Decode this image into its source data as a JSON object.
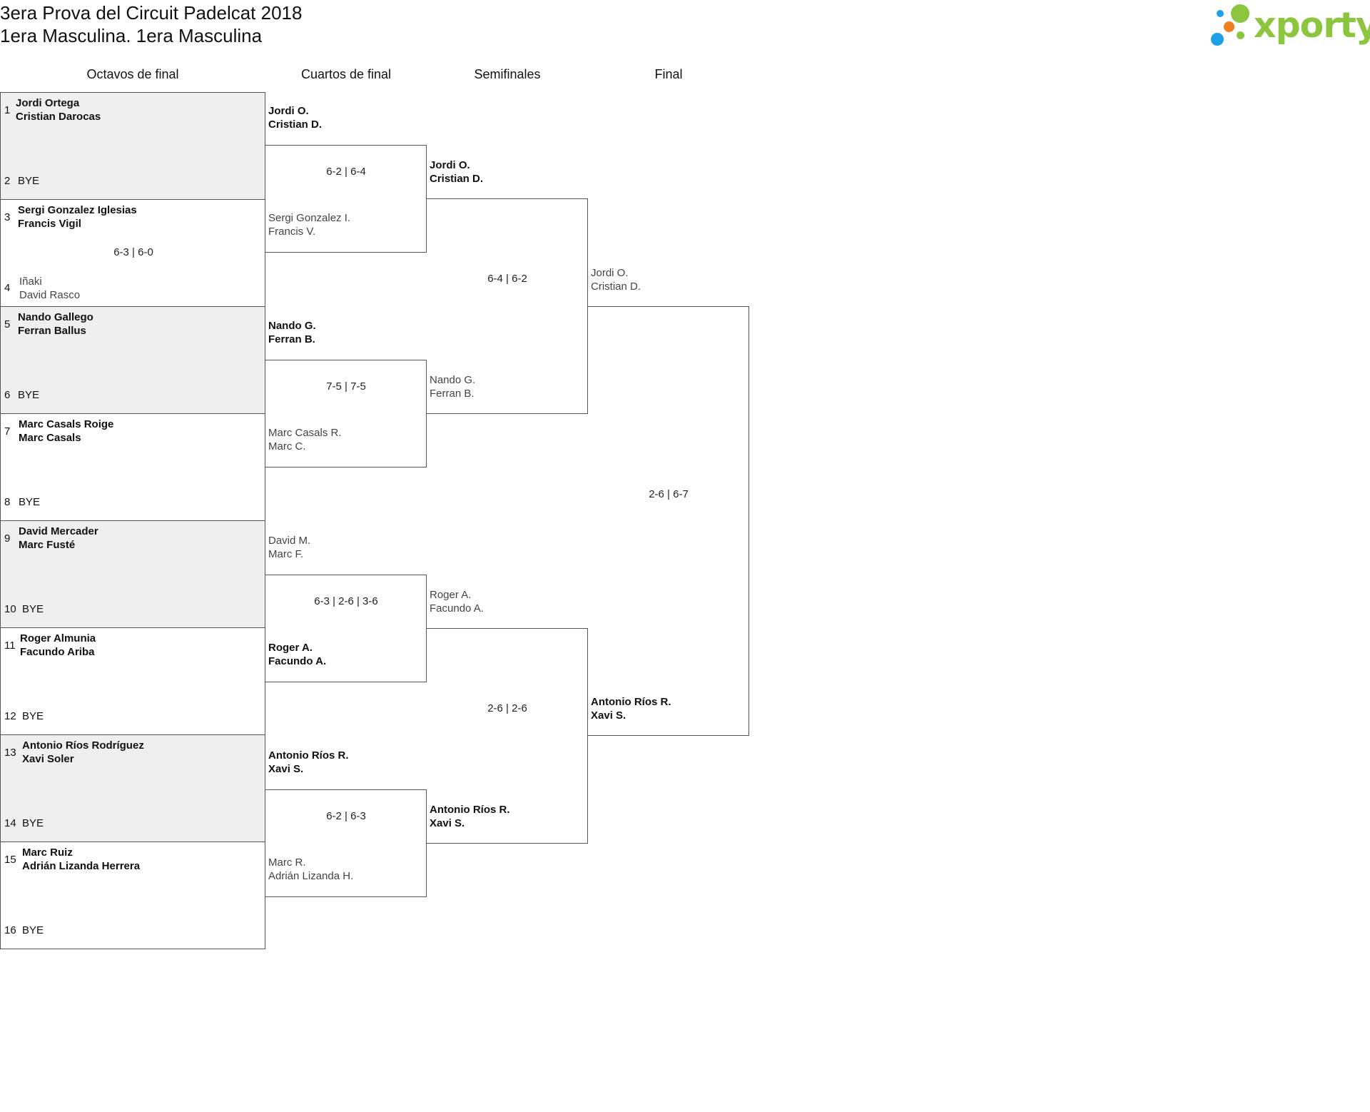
{
  "header": {
    "title_line1": "3era Prova del Circuit Padelcat 2018",
    "title_line2": "1era Masculina. 1era Masculina"
  },
  "logo": {
    "text": "xporty",
    "colors": [
      "#1ea0e6",
      "#8cc63f",
      "#f07d1e"
    ]
  },
  "rounds": {
    "r16": "Octavos de final",
    "qf": "Cuartos de final",
    "sf": "Semifinales",
    "final": "Final"
  },
  "r16": [
    {
      "seed_a": "1",
      "a1": "Jordi Ortega",
      "a2": "Cristian Darocas",
      "seed_b": "2",
      "b": "BYE",
      "score": ""
    },
    {
      "seed_a": "3",
      "a1": "Sergi Gonzalez Iglesias",
      "a2": "Francis Vigil",
      "seed_b": "4",
      "b1": "Iñaki",
      "b2": "David Rasco",
      "score": "6-3 | 6-0"
    },
    {
      "seed_a": "5",
      "a1": "Nando Gallego",
      "a2": "Ferran Ballus",
      "seed_b": "6",
      "b": "BYE",
      "score": ""
    },
    {
      "seed_a": "7",
      "a1": "Marc Casals Roige",
      "a2": "Marc Casals",
      "seed_b": "8",
      "b": "BYE",
      "score": ""
    },
    {
      "seed_a": "9",
      "a1": "David Mercader",
      "a2": "Marc Fusté",
      "seed_b": "10",
      "b": "BYE",
      "score": ""
    },
    {
      "seed_a": "11",
      "a1": "Roger Almunia",
      "a2": "Facundo Ariba",
      "seed_b": "12",
      "b": "BYE",
      "score": ""
    },
    {
      "seed_a": "13",
      "a1": "Antonio Ríos Rodríguez",
      "a2": "Xavi Soler",
      "seed_b": "14",
      "b": "BYE",
      "score": ""
    },
    {
      "seed_a": "15",
      "a1": "Marc Ruiz",
      "a2": "Adrián Lizanda Herrera",
      "seed_b": "16",
      "b": "BYE",
      "score": ""
    }
  ],
  "qf": [
    {
      "a1": "Jordi O.",
      "a2": "Cristian D.",
      "b1": "Sergi Gonzalez I.",
      "b2": "Francis V.",
      "score": "6-2 | 6-4"
    },
    {
      "a1": "Nando G.",
      "a2": "Ferran B.",
      "b1": "Marc Casals R.",
      "b2": "Marc C.",
      "score": "7-5 | 7-5"
    },
    {
      "a1": "David M.",
      "a2": "Marc F.",
      "b1": "Roger A.",
      "b2": "Facundo A.",
      "score": "6-3 | 2-6 | 3-6"
    },
    {
      "a1": "Antonio Ríos R.",
      "a2": "Xavi S.",
      "b1": "Marc R.",
      "b2": "Adrián Lizanda H.",
      "score": "6-2 | 6-3"
    }
  ],
  "sf": [
    {
      "a1": "Jordi O.",
      "a2": "Cristian D.",
      "b1": "Nando G.",
      "b2": "Ferran B.",
      "score": "6-4 | 6-2"
    },
    {
      "a1": "Roger A.",
      "a2": "Facundo A.",
      "b1": "Antonio Ríos R.",
      "b2": "Xavi S.",
      "score": "2-6 | 2-6"
    }
  ],
  "final": {
    "a1": "Jordi O.",
    "a2": "Cristian D.",
    "b1": "Antonio Ríos R.",
    "b2": "Xavi S.",
    "score": "2-6 | 6-7"
  }
}
